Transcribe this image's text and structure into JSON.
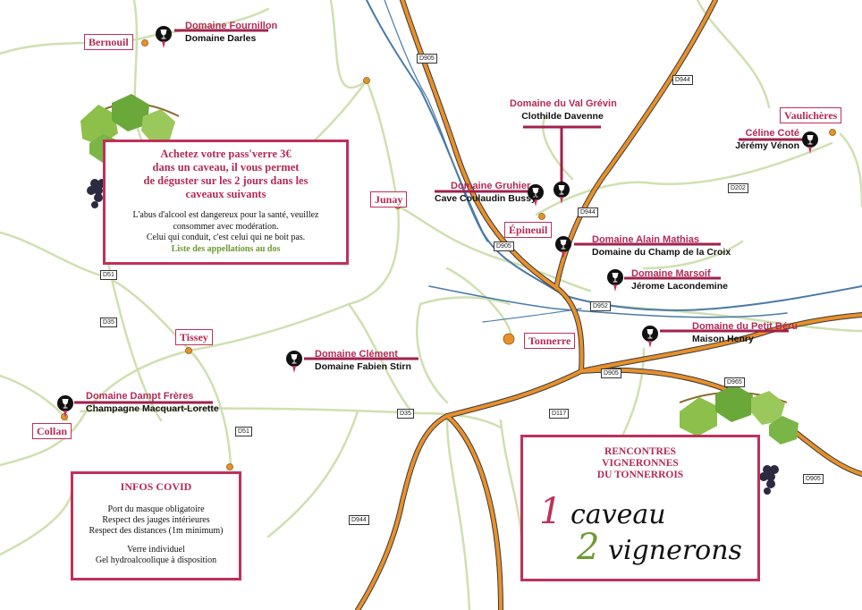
{
  "towns": {
    "bernouil": "Bernouil",
    "junay": "Junay",
    "tissey": "Tissey",
    "collan": "Collan",
    "epineuil": "Épineuil",
    "tonnerre": "Tonnerre",
    "vaulicheres": "Vaulichères"
  },
  "roads": {
    "d905_top": "D905",
    "d944_top": "D944",
    "d202": "D202",
    "d944_mid": "D944",
    "d905_mid": "D905",
    "d952": "D952",
    "d905_low": "D905",
    "d965": "D965",
    "d117": "D117",
    "d35_left": "D35",
    "d35_mid": "D35",
    "d51_a": "D51",
    "d51_b": "D51",
    "d944_bottom": "D944",
    "d905_right": "D905"
  },
  "domaines": {
    "fournillon": {
      "name": "Domaine Fournillon",
      "host": "Domaine Darles"
    },
    "val_grevin": {
      "name": "Domaine du Val Grévin",
      "host": "Clothilde Davenne"
    },
    "celine_cote": {
      "name": "Céline Coté",
      "host": "Jérémy Vénon"
    },
    "gruhier": {
      "name": "Domaine  Gruhier",
      "host": "Cave Coulaudin Bussy"
    },
    "alain_mathias": {
      "name": "Domaine Alain Mathias",
      "host": "Domaine du Champ de la Croix"
    },
    "marsoif": {
      "name": "Domaine Marsoif",
      "host": "Jérome Lacondemine"
    },
    "petit_beru": {
      "name": "Domaine du Petit Béru",
      "host": "Maison Henry"
    },
    "clement": {
      "name": "Domaine Clément",
      "host": "Domaine Fabien Stirn"
    },
    "dampt": {
      "name": "Domaine Dampt Frères",
      "host": "Champagne Macquart-Lorette"
    }
  },
  "pass_box": {
    "line1": "Achetez votre pass'verre 3€",
    "line2": "dans un caveau, il vous permet",
    "line3": "de déguster sur les 2 jours dans les",
    "line4": "caveaux suivants",
    "warn1": "L'abus d'alcool est dangereux pour la santé, veuillez",
    "warn2": "consommer avec modération.",
    "warn3": "Celui qui conduit, c'est celui qui ne boit pas.",
    "link": "Liste des appellations au dos"
  },
  "covid_box": {
    "title": "INFOS COVID",
    "l1": "Port du masque obligatoire",
    "l2": "Respect des jauges intérieures",
    "l3": "Respect des distances (1m minimum)",
    "l4": "Verre individuel",
    "l5": "Gel hydroalcoolique à disposition"
  },
  "rencontres_box": {
    "t1": "RENCONTRES",
    "t2": "VIGNERONNES",
    "t3": "DU TONNERROIS",
    "n1": "1",
    "w1": "caveau",
    "n2": "2",
    "w2": "vignerons"
  },
  "colors": {
    "accent": "#c0305a",
    "road_main": "#e8902a",
    "river": "#4a7aa8",
    "secondary_road": "#cfe0b0",
    "green": "#6e9a32"
  }
}
